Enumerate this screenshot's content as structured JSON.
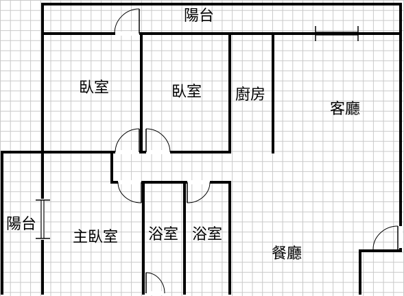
{
  "rooms": {
    "balcony_top": "陽台",
    "bedroom_1": "臥室",
    "bedroom_2": "臥室",
    "kitchen": "廚房",
    "living_room": "客廳",
    "balcony_left": "陽台",
    "master_bedroom": "主臥室",
    "bathroom_1": "浴室",
    "bathroom_2": "浴室",
    "dining_room": "餐廳"
  }
}
